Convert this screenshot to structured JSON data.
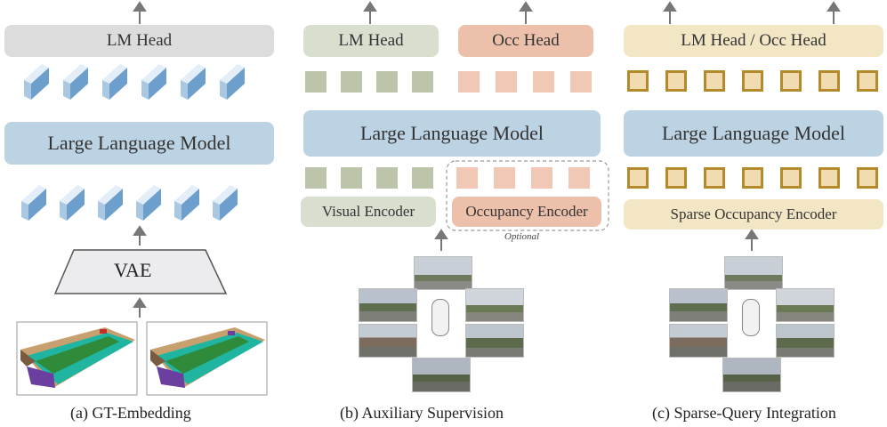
{
  "panel_a": {
    "head": "LM Head",
    "llm": "Large Language Model",
    "vae": "VAE",
    "caption": "(a)  GT-Embedding"
  },
  "panel_b": {
    "lm_head": "LM Head",
    "occ_head": "Occ Head",
    "llm": "Large Language Model",
    "visual_encoder": "Visual Encoder",
    "occupancy_encoder": "Occupancy Encoder",
    "optional": "Optional",
    "caption": "(b) Auxiliary Supervision"
  },
  "panel_c": {
    "head": "LM Head / Occ Head",
    "llm": "Large Language Model",
    "encoder": "Sparse Occupancy Encoder",
    "caption": "(c) Sparse-Query Integration"
  },
  "colors": {
    "grey_box": "#dcdcdc",
    "llm_blue": "#bcd3e4",
    "green_box": "#d9dfcf",
    "green_token": "#bcc5a9",
    "salmon_box": "#ecc0ab",
    "salmon_token": "#f1c8b5",
    "tan_box": "#f3e6c5",
    "gold_token_border": "#b58a2a",
    "gold_token_fill": "#f0dcb0"
  }
}
